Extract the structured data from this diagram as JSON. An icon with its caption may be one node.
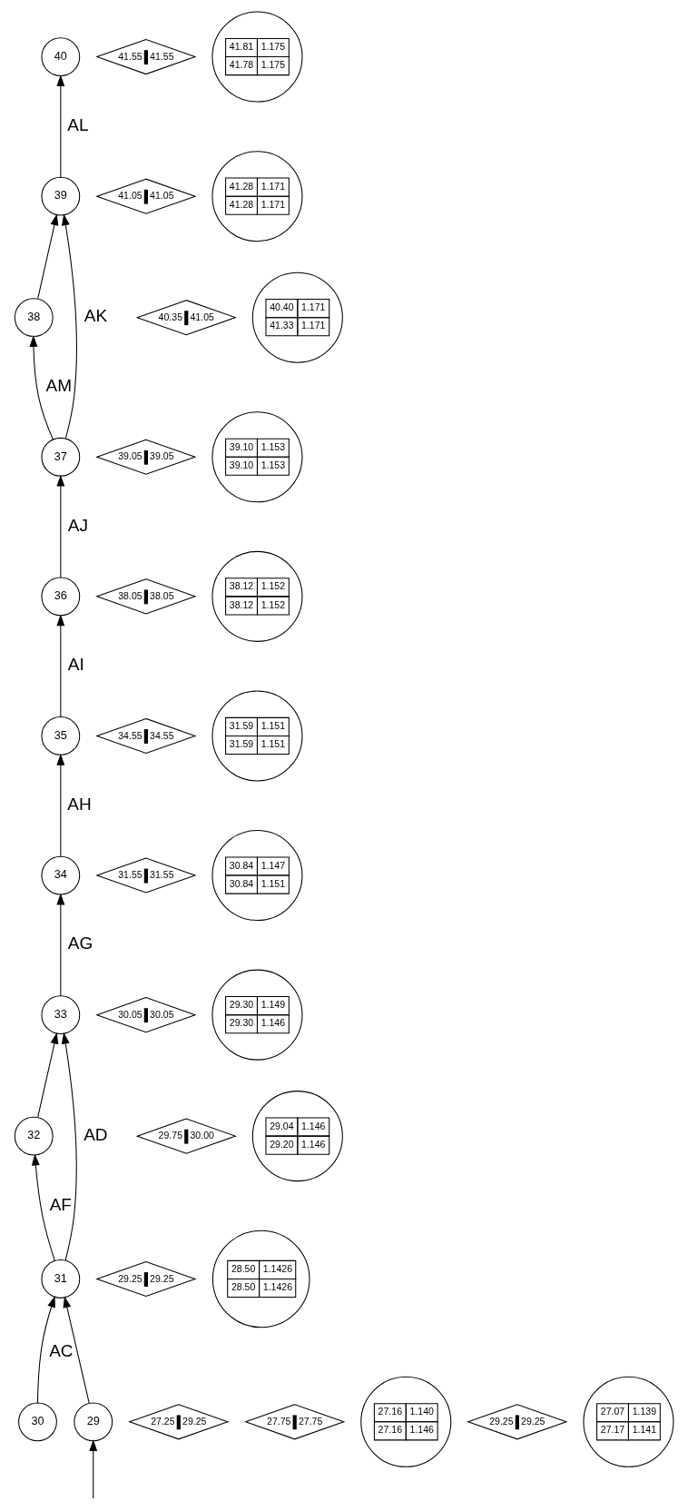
{
  "diagram": {
    "nodes": [
      {
        "text": [
          "30"
        ]
      },
      {
        "text": [
          "29"
        ]
      },
      {
        "text": [
          "31"
        ]
      },
      {
        "text": [
          "32"
        ]
      },
      {
        "text": [
          "33"
        ]
      },
      {
        "text": [
          "34"
        ]
      },
      {
        "text": [
          "35"
        ]
      },
      {
        "text": [
          "36"
        ]
      },
      {
        "text": [
          "37"
        ]
      },
      {
        "text": [
          "38"
        ]
      },
      {
        "text": [
          "39"
        ]
      },
      {
        "text": [
          "40"
        ]
      },
      {
        "text": [
          "27.25",
          "29.25"
        ]
      },
      {
        "text": [
          "27.75",
          "27.75"
        ]
      },
      {
        "text": [
          "27.16",
          "1.140",
          "27.16",
          "1.146"
        ]
      },
      {
        "text": [
          "29.25",
          "29.25"
        ]
      },
      {
        "text": [
          "27.07",
          "1.139",
          "27.17",
          "1.141"
        ]
      },
      {
        "text": [
          "29.25",
          "29.25"
        ]
      },
      {
        "text": [
          "28.50",
          "1.1426",
          "28.50",
          "1.1426"
        ]
      },
      {
        "text": [
          "29.75",
          "30.00"
        ]
      },
      {
        "text": [
          "29.04",
          "1.146",
          "29.20",
          "1.146"
        ]
      },
      {
        "text": [
          "30.05",
          "30.05"
        ]
      },
      {
        "text": [
          "29.30",
          "1.149",
          "29.30",
          "1.146"
        ]
      },
      {
        "text": [
          "31.55",
          "31.55"
        ]
      },
      {
        "text": [
          "30.84",
          "1.147",
          "30.84",
          "1.151"
        ]
      },
      {
        "text": [
          "34.55",
          "34.55"
        ]
      },
      {
        "text": [
          "31.59",
          "1.151",
          "31.59",
          "1.151"
        ]
      },
      {
        "text": [
          "38.05",
          "38.05"
        ]
      },
      {
        "text": [
          "38.12",
          "1.152",
          "38.12",
          "1.152"
        ]
      },
      {
        "text": [
          "39.05",
          "39.05"
        ]
      },
      {
        "text": [
          "39.10",
          "1.153",
          "39.10",
          "1.153"
        ]
      },
      {
        "text": [
          "40.35",
          "41.05"
        ]
      },
      {
        "text": [
          "40.40",
          "1.171",
          "41.33",
          "1.171"
        ]
      },
      {
        "text": [
          "41.05",
          "41.05"
        ]
      },
      {
        "text": [
          "41.28",
          "1.171",
          "41.28",
          "1.171"
        ]
      },
      {
        "text": [
          "41.55",
          "41.55"
        ]
      },
      {
        "text": [
          "41.81",
          "1.175",
          "41.78",
          "1.175"
        ]
      }
    ],
    "edges": [
      {
        "from": null,
        "to": 1,
        "arrow": "to"
      },
      {
        "from": 1,
        "to": 2,
        "arrow": "to"
      },
      {
        "from": 0,
        "to": 2,
        "arrow": "to",
        "label": "AC"
      },
      {
        "from": 2,
        "to": 3,
        "arrow": "to",
        "label": "AF"
      },
      {
        "from": 2,
        "to": 4,
        "arrow": "to",
        "label": "AD"
      },
      {
        "from": 3,
        "to": 4,
        "arrow": "to"
      },
      {
        "from": 4,
        "to": 5,
        "arrow": "to",
        "label": "AG"
      },
      {
        "from": 5,
        "to": 6,
        "arrow": "to",
        "label": "AH"
      },
      {
        "from": 6,
        "to": 7,
        "arrow": "to",
        "label": "AI"
      },
      {
        "from": 7,
        "to": 8,
        "arrow": "to",
        "label": "AJ"
      },
      {
        "from": 8,
        "to": 9,
        "arrow": "to",
        "label": "AM"
      },
      {
        "from": 8,
        "to": 10,
        "arrow": "to",
        "label": "AK"
      },
      {
        "from": 9,
        "to": 10,
        "arrow": "to"
      },
      {
        "from": 10,
        "to": 11,
        "arrow": "to",
        "label": "AL"
      }
    ]
  }
}
